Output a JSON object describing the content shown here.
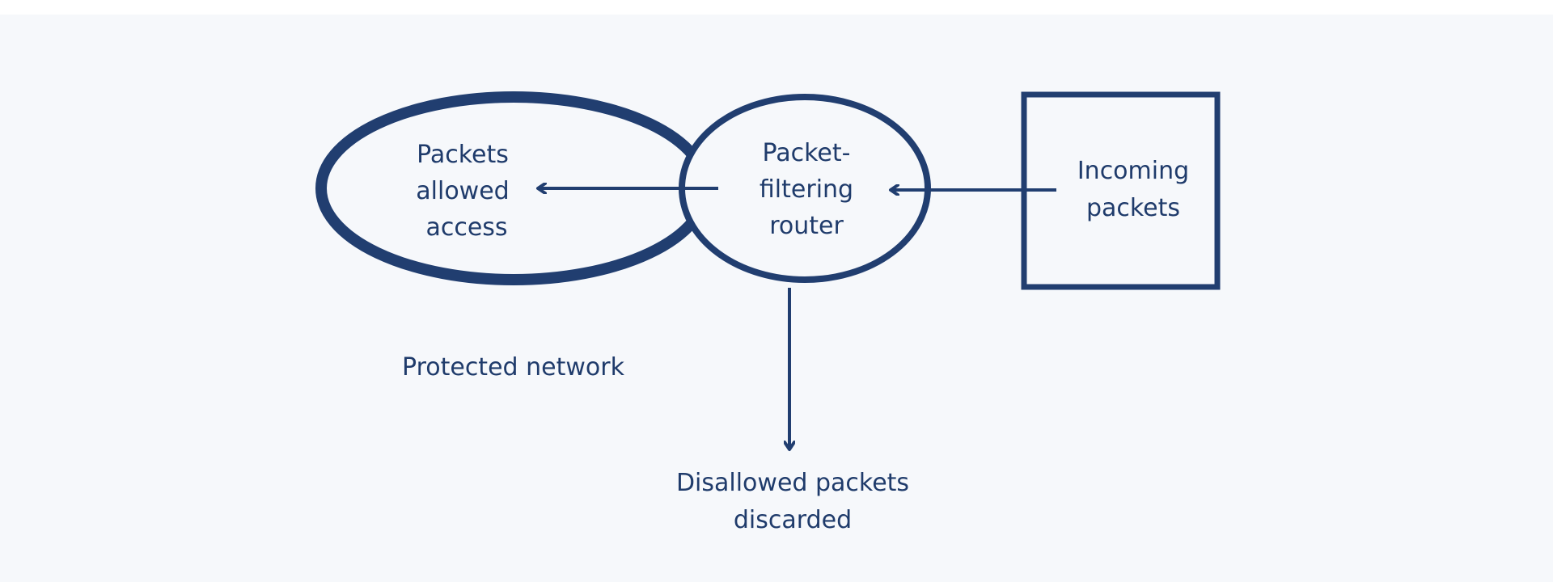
{
  "colors": {
    "stroke": "#213e70",
    "text": "#1f3b6b",
    "background": "#f6f8fb"
  },
  "nodes": {
    "allowed": {
      "lines": [
        "Packets",
        "allowed",
        "access"
      ]
    },
    "router": {
      "lines": [
        "Packet-",
        "filtering",
        "router"
      ]
    },
    "incoming": {
      "lines": [
        "Incoming",
        "packets"
      ]
    }
  },
  "labels": {
    "protected_network": "Protected network",
    "discarded": [
      "Disallowed packets",
      "discarded"
    ]
  }
}
